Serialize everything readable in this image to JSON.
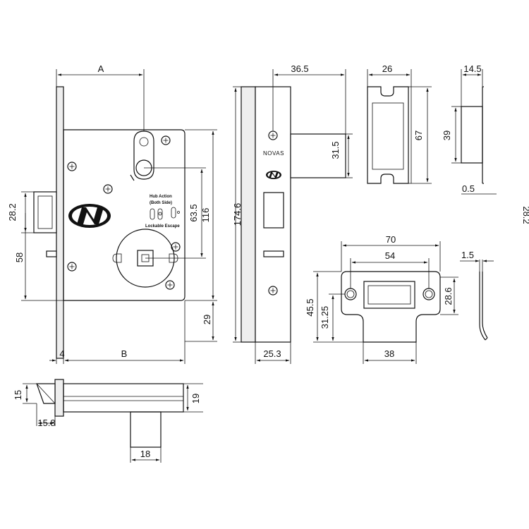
{
  "front_view": {
    "dims": {
      "A": "A",
      "B": "B",
      "d28_2": "28.2",
      "d58": "58",
      "d63_5": "63.5",
      "d116": "116",
      "d29": "29",
      "d4": "4"
    },
    "labels": {
      "hub_action": "Hub Action",
      "both_side": "(Both Side)",
      "lockable_escape": "Lockable Escape"
    }
  },
  "faceplate_view": {
    "dims": {
      "d36_5": "36.5",
      "d31_5": "31.5",
      "d174_6": "174.6",
      "d25_3": "25.3"
    },
    "brand": "NOVAS"
  },
  "strike_box": {
    "dims": {
      "d26": "26",
      "d67": "67"
    }
  },
  "side_box": {
    "dims": {
      "d14_5": "14.5",
      "d39": "39",
      "d0_5": "0.5"
    }
  },
  "strike_plate": {
    "dims": {
      "d70": "70",
      "d54": "54",
      "d45_5": "45.5",
      "d31_25": "31.25",
      "d28_6": "28.6",
      "d38": "38"
    }
  },
  "lip_detail": {
    "dims": {
      "d1_5": "1.5"
    }
  },
  "bottom_view": {
    "dims": {
      "d15": "15",
      "d15_8": "15.8",
      "d19": "19",
      "d18": "18"
    }
  },
  "edge_label": "28.2"
}
